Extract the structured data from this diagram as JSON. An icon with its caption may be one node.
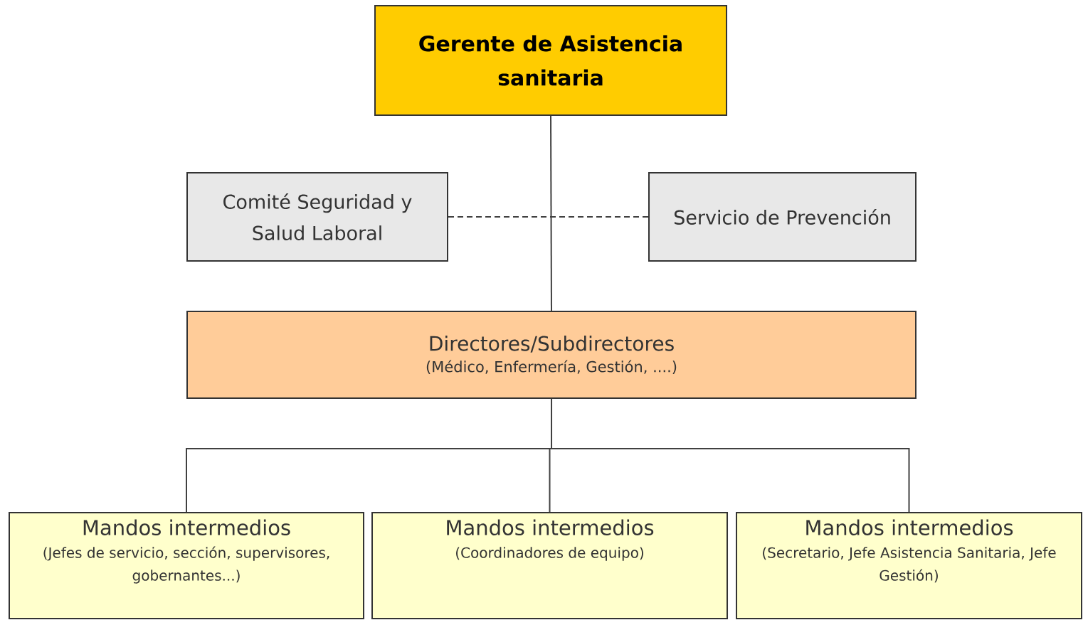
{
  "diagram": {
    "nodes": [
      {
        "text": [
          "Gerente de Asistencia sanitaria"
        ]
      },
      {
        "text": [
          "Comité Seguridad y Salud Laboral"
        ]
      },
      {
        "text": [
          "Servicio de Prevención"
        ]
      },
      {
        "text": [
          "Directores/Subdirectores",
          "(Médico, Enfermería, Gestión, ....)"
        ]
      },
      {
        "text": [
          "Mandos intermedios",
          "(Jefes de servicio, sección, supervisores, gobernantes...)"
        ]
      },
      {
        "text": [
          "Mandos intermedios",
          "(Coordinadores de equipo)"
        ]
      },
      {
        "text": [
          "Mandos intermedios",
          "(Secretario, Jefe Asistencia Sanitaria, Jefe Gestión)"
        ]
      }
    ],
    "edges": [
      {
        "from": 0,
        "to": 3,
        "arrow": "none"
      },
      {
        "from": 1,
        "to": 2,
        "arrow": "none",
        "style": "dashed"
      },
      {
        "from": 3,
        "to": 4,
        "arrow": "none"
      },
      {
        "from": 3,
        "to": 5,
        "arrow": "none"
      },
      {
        "from": 3,
        "to": 6,
        "arrow": "none"
      }
    ]
  }
}
